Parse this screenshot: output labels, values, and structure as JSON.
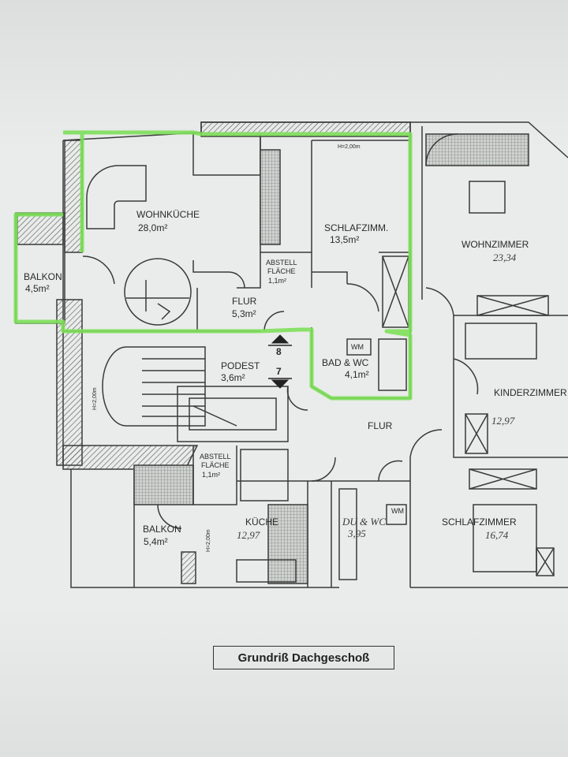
{
  "title": "Grundriß Dachgeschoß",
  "rooms": {
    "wohnkueche": {
      "name": "WOHNKÜCHE",
      "area": "28,0m²"
    },
    "schlafzimm": {
      "name": "SCHLAFZIMM.",
      "area": "13,5m²"
    },
    "abstell1": {
      "name1": "ABSTELL",
      "name2": "FLÄCHE",
      "area": "1,1m²"
    },
    "balkon1": {
      "name": "BALKON",
      "area": "4,5m²"
    },
    "flur1": {
      "name": "FLUR",
      "area": "5,3m²"
    },
    "bad": {
      "name": "BAD & WC",
      "area": "4,1m²",
      "wm": "WM"
    },
    "podest": {
      "name": "PODEST",
      "area": "3,6m²"
    },
    "flur2": {
      "name": "FLUR"
    },
    "abstell2": {
      "name1": "ABSTELL",
      "name2": "FLÄCHE",
      "area": "1,1m²"
    },
    "balkon2": {
      "name": "BALKON",
      "area": "5,4m²"
    },
    "kueche": {
      "name": "KÜCHE",
      "area": "12,97"
    },
    "du": {
      "name": "DU & WC",
      "area": "3,95",
      "wm": "WM"
    },
    "wohnzimmer": {
      "name": "WOHNZIMMER",
      "area": "23,34"
    },
    "kinderzimmer": {
      "name": "KINDERZIMMER",
      "area": "12,97"
    },
    "schlafzimmer2": {
      "name": "SCHLAFZIMMER",
      "area": "16,74"
    }
  },
  "heights": {
    "h1": "H=2,00m",
    "h2": "H=2,00m",
    "h3": "H=2,00m"
  },
  "stairs": {
    "up": "8",
    "down": "7"
  },
  "colors": {
    "highlight": "#7ee05a",
    "line": "#3a3a3a",
    "paper": "#e9ecea"
  }
}
